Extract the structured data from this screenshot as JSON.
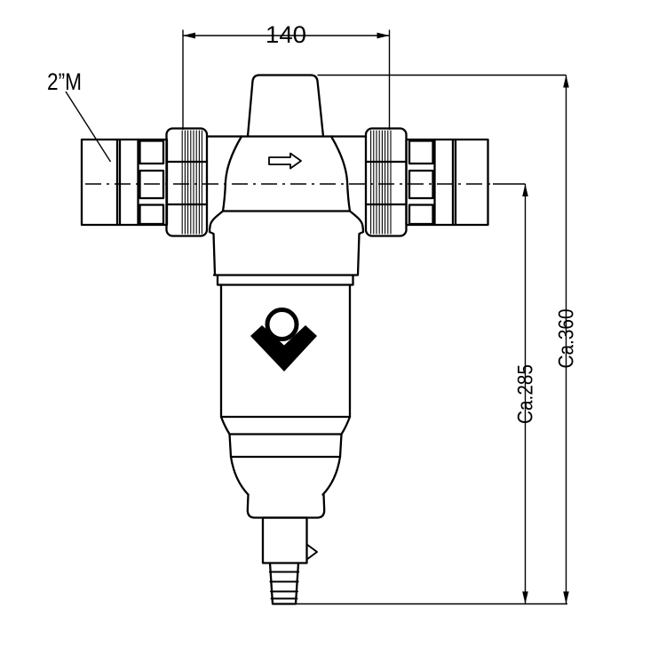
{
  "drawing": {
    "dimensions": {
      "width_mm": "140",
      "height_to_centerline": "Ca.285",
      "height_total": "Ca.360"
    },
    "labels": {
      "connection_size": "2”M"
    },
    "icons": {
      "flow_direction_arrow": "→ (outline arrow, flow left-to-right)",
      "brand_logo": "ring above thick chevron-diamond"
    },
    "colors": {
      "line": "#000000",
      "background": "#ffffff"
    }
  }
}
